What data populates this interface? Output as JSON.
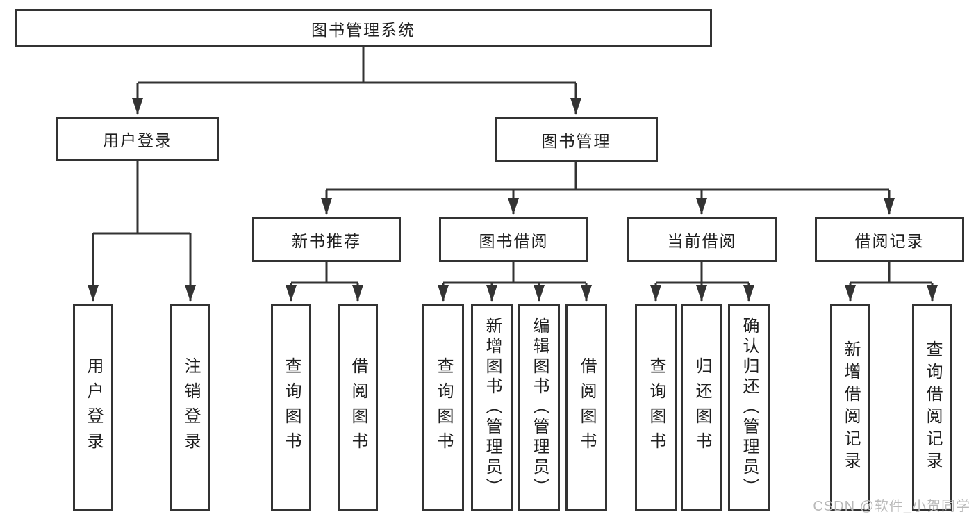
{
  "diagram": {
    "type": "hierarchy-tree",
    "orientation": "top-down",
    "colors": {
      "line": "#333333",
      "box_border": "#333333",
      "box_fill": "#ffffff",
      "text": "#1f1f1f",
      "background": "#ffffff",
      "watermark_text": "#b9b9b9"
    }
  },
  "tree": {
    "root": "图书管理系统",
    "children": [
      {
        "label": "用户登录",
        "children": [
          "用户登录",
          "注销登录"
        ]
      },
      {
        "label": "图书管理",
        "children": [
          {
            "label": "新书推荐",
            "children": [
              "查询图书",
              "借阅图书"
            ]
          },
          {
            "label": "图书借阅",
            "children": [
              "查询图书",
              "新增图书（管理员）",
              "编辑图书（管理员）",
              "借阅图书"
            ]
          },
          {
            "label": "当前借阅",
            "children": [
              "查询图书",
              "归还图书",
              "确认归还（管理员）"
            ]
          },
          {
            "label": "借阅记录",
            "children": [
              "新增借阅记录",
              "查询借阅记录"
            ]
          }
        ]
      }
    ]
  },
  "watermark": {
    "text": "CSDN @软件_小贺同学"
  }
}
